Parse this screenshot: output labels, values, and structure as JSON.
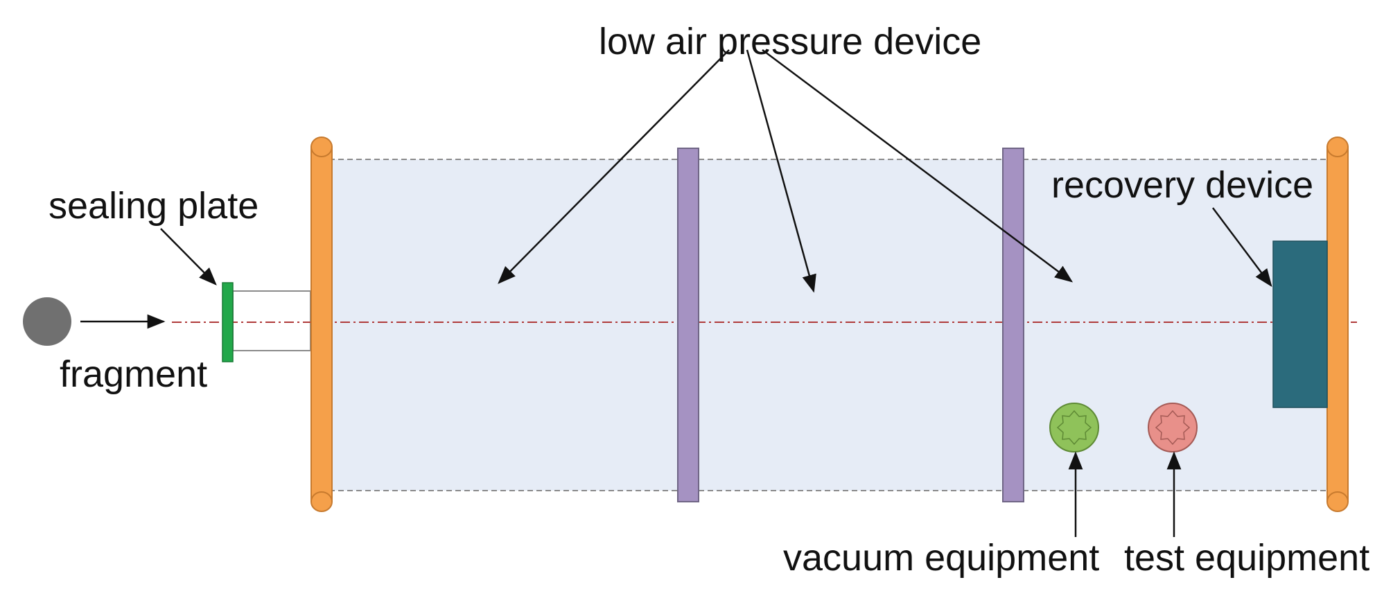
{
  "labels": {
    "low_air_pressure_device": "low air pressure device",
    "sealing_plate": "sealing plate",
    "fragment": "fragment",
    "recovery_device": "recovery device",
    "vacuum_equipment": "vacuum equipment",
    "test_equipment": "test equipment"
  },
  "colors": {
    "tube_fill": "#e6ecf6",
    "flange": "#f5a04a",
    "flange_edge": "#c77a2e",
    "partition": "#a592c2",
    "partition_edge": "#6f6585",
    "sealing_plate": "#22a84a",
    "fragment": "#707070",
    "recovery_device": "#2b6b7c",
    "vacuum_equipment": "#8fc25a",
    "test_equipment": "#e8908a",
    "center_line": "#b03a3a",
    "tube_edge": "#8a8a8a",
    "arrow": "#111111"
  }
}
